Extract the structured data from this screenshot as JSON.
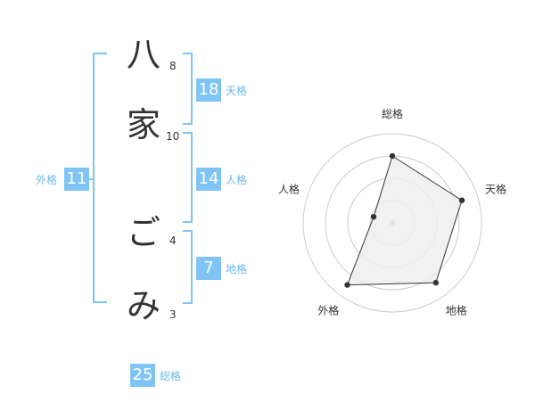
{
  "name": {
    "characters": [
      {
        "char": "八",
        "strokes": "8"
      },
      {
        "char": "家",
        "strokes": "10"
      },
      {
        "char": "ご",
        "strokes": "4"
      },
      {
        "char": "み",
        "strokes": "3"
      }
    ]
  },
  "fortune": {
    "tenkaku": {
      "value": "18",
      "label": "天格"
    },
    "jinkaku": {
      "value": "14",
      "label": "人格"
    },
    "chikaku": {
      "value": "7",
      "label": "地格"
    },
    "gaikaku": {
      "value": "11",
      "label": "外格"
    },
    "soukaku": {
      "value": "25",
      "label": "総格"
    }
  },
  "colors": {
    "accent": "#7fc4f5",
    "accent_text": "#6fb8ea",
    "text": "#333333",
    "grid": "#cccccc",
    "fill": "#eeeeee"
  },
  "chart_data": {
    "type": "radar",
    "axes": [
      "総格",
      "天格",
      "地格",
      "外格",
      "人格"
    ],
    "rings": 4,
    "values": [
      0.75,
      0.82,
      0.83,
      0.86,
      0.22
    ],
    "value_scale": "fraction of outer ring"
  }
}
